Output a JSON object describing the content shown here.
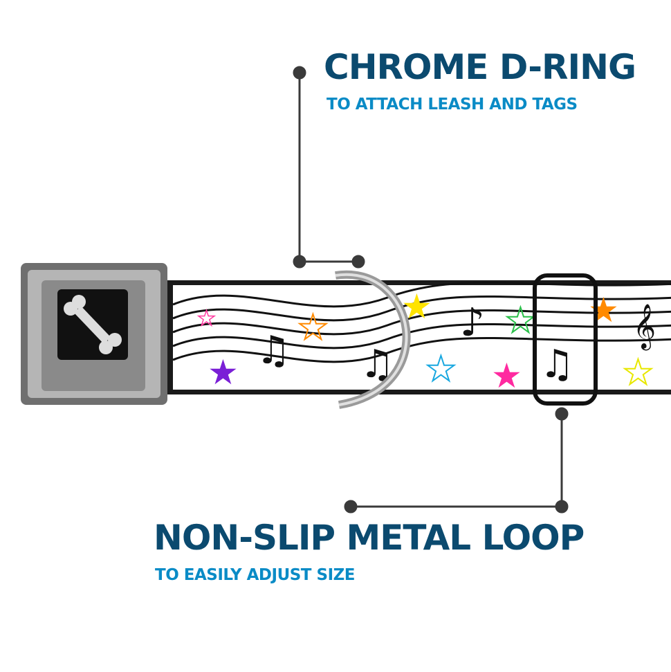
{
  "callouts": [
    {
      "title": "CHROME D-RING",
      "subtitle": "TO ATTACH LEASH AND TAGS"
    },
    {
      "title": "NON-SLIP METAL LOOP",
      "subtitle": "TO EASILY ADJUST SIZE"
    }
  ],
  "colors": {
    "title": "#0b4a6f",
    "subtitle": "#0a8bc6",
    "line": "#3a3a3a"
  },
  "product": {
    "buckle_icon": "bone-icon",
    "pattern": "music-notes-and-stars"
  }
}
